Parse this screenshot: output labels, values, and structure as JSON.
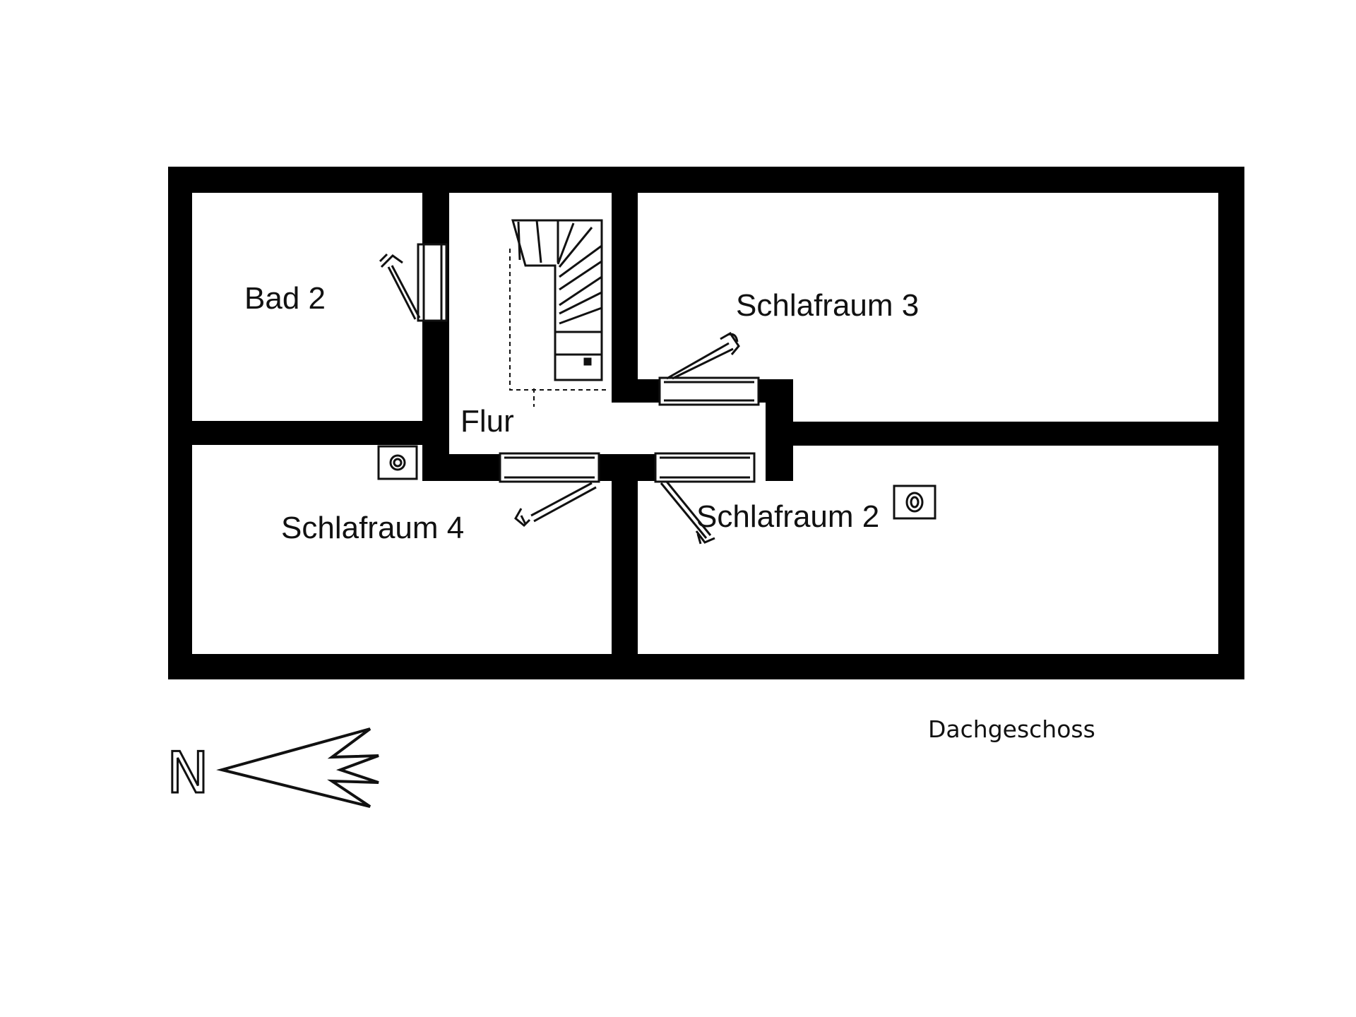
{
  "floor_plan": {
    "floor_name": "Dachgeschoss",
    "north_letter": "N",
    "colors": {
      "wall": "#000000",
      "background": "#ffffff",
      "line": "#111111"
    },
    "rooms": [
      {
        "key": "bad2",
        "name": "Bad 2"
      },
      {
        "key": "flur",
        "name": "Flur"
      },
      {
        "key": "schlafraum3",
        "name": "Schlafraum 3"
      },
      {
        "key": "schlafraum4",
        "name": "Schlafraum 4"
      },
      {
        "key": "schlafraum2",
        "name": "Schlafraum 2"
      }
    ],
    "symbols": [
      "staircase-icon",
      "chimney-icon",
      "window-icon",
      "door-icon",
      "north-arrow-icon"
    ]
  }
}
